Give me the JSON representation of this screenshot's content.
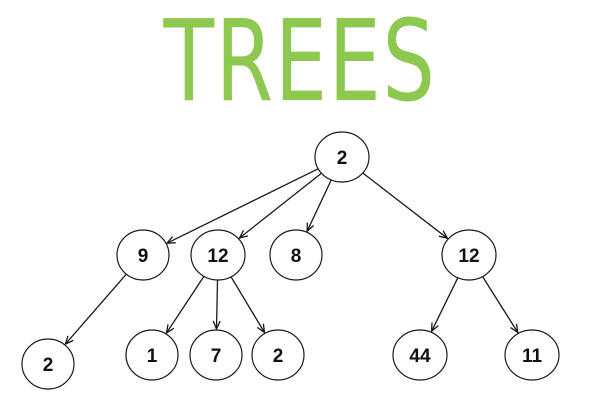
{
  "title": "TREES",
  "colors": {
    "title": "#8cc94e",
    "stroke": "#1a1a1a",
    "node_fill": "#ffffff"
  },
  "tree": {
    "nodes": [
      {
        "id": "root",
        "value": "2"
      },
      {
        "id": "a",
        "value": "9"
      },
      {
        "id": "b",
        "value": "12"
      },
      {
        "id": "c",
        "value": "8"
      },
      {
        "id": "d",
        "value": "12"
      },
      {
        "id": "a1",
        "value": "2"
      },
      {
        "id": "b1",
        "value": "1"
      },
      {
        "id": "b2",
        "value": "7"
      },
      {
        "id": "b3",
        "value": "2"
      },
      {
        "id": "d1",
        "value": "44"
      },
      {
        "id": "d2",
        "value": "11"
      }
    ],
    "edges": [
      {
        "from": "root",
        "to": "a"
      },
      {
        "from": "root",
        "to": "b"
      },
      {
        "from": "root",
        "to": "c"
      },
      {
        "from": "root",
        "to": "d"
      },
      {
        "from": "a",
        "to": "a1"
      },
      {
        "from": "b",
        "to": "b1"
      },
      {
        "from": "b",
        "to": "b2"
      },
      {
        "from": "b",
        "to": "b3"
      },
      {
        "from": "d",
        "to": "d1"
      },
      {
        "from": "d",
        "to": "d2"
      }
    ]
  }
}
